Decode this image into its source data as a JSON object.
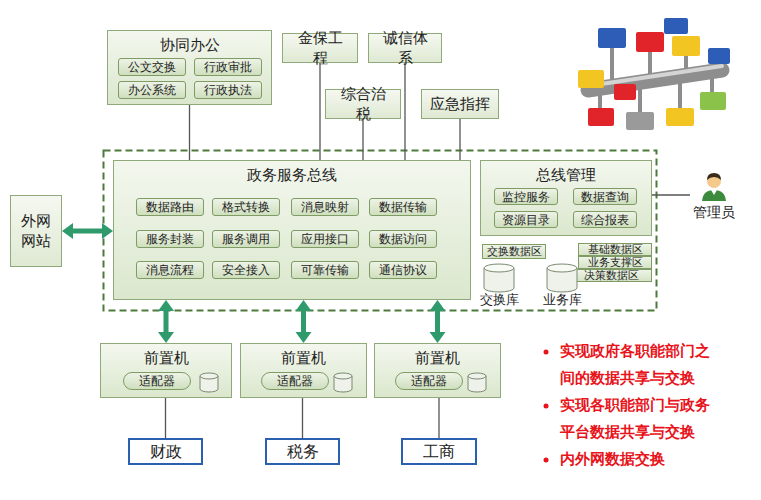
{
  "diagram": {
    "nodes": [
      {
        "text": [
          "协同办公"
        ]
      },
      {
        "text": [
          "公文交换"
        ],
        "in": 0
      },
      {
        "text": [
          "行政审批"
        ],
        "in": 0
      },
      {
        "text": [
          "办公系统"
        ],
        "in": 0
      },
      {
        "text": [
          "行政执法"
        ],
        "in": 0
      },
      {
        "text": [
          "金保工程"
        ]
      },
      {
        "text": [
          "诚信体系"
        ]
      },
      {
        "text": [
          "综合治税"
        ]
      },
      {
        "text": [
          "应急指挥"
        ]
      },
      {
        "text": [
          "外网网站"
        ]
      },
      {
        "text": [
          "政务服务总线"
        ]
      },
      {
        "text": [
          "数据路由"
        ],
        "in": 10
      },
      {
        "text": [
          "格式转换"
        ],
        "in": 10
      },
      {
        "text": [
          "消息映射"
        ],
        "in": 10
      },
      {
        "text": [
          "数据传输"
        ],
        "in": 10
      },
      {
        "text": [
          "服务封装"
        ],
        "in": 10
      },
      {
        "text": [
          "服务调用"
        ],
        "in": 10
      },
      {
        "text": [
          "应用接口"
        ],
        "in": 10
      },
      {
        "text": [
          "数据访问"
        ],
        "in": 10
      },
      {
        "text": [
          "消息流程"
        ],
        "in": 10
      },
      {
        "text": [
          "安全接入"
        ],
        "in": 10
      },
      {
        "text": [
          "可靠传输"
        ],
        "in": 10
      },
      {
        "text": [
          "通信协议"
        ],
        "in": 10
      },
      {
        "text": [
          "总线管理"
        ]
      },
      {
        "text": [
          "监控服务"
        ],
        "in": 23
      },
      {
        "text": [
          "数据查询"
        ],
        "in": 23
      },
      {
        "text": [
          "资源目录"
        ],
        "in": 23
      },
      {
        "text": [
          "综合报表"
        ],
        "in": 23
      },
      {
        "text": [
          "管理员"
        ]
      },
      {
        "text": [
          "交换数据区"
        ]
      },
      {
        "text": [
          "基础数据区"
        ]
      },
      {
        "text": [
          "业务支撑区"
        ]
      },
      {
        "text": [
          "决策数据区"
        ]
      },
      {
        "text": [
          "交换库"
        ]
      },
      {
        "text": [
          "业务库"
        ]
      },
      {
        "text": [
          "前置机"
        ]
      },
      {
        "text": [
          "适配器"
        ],
        "in": 35
      },
      {
        "text": [
          "前置机"
        ]
      },
      {
        "text": [
          "适配器"
        ],
        "in": 37
      },
      {
        "text": [
          "前置机"
        ]
      },
      {
        "text": [
          "适配器"
        ],
        "in": 39
      },
      {
        "text": [
          "财政"
        ]
      },
      {
        "text": [
          "税务"
        ]
      },
      {
        "text": [
          "工商"
        ]
      }
    ],
    "edges": [
      {
        "from": 0,
        "to": 10,
        "arrow": "none"
      },
      {
        "from": 5,
        "to": 10,
        "arrow": "none"
      },
      {
        "from": 6,
        "to": 10,
        "arrow": "none"
      },
      {
        "from": 7,
        "to": 10,
        "arrow": "none"
      },
      {
        "from": 8,
        "to": 10,
        "arrow": "none"
      },
      {
        "from": 9,
        "to": 10,
        "arrow": "both"
      },
      {
        "from": 23,
        "to": 28,
        "arrow": "none"
      },
      {
        "from": 10,
        "to": 35,
        "arrow": "both"
      },
      {
        "from": 10,
        "to": 37,
        "arrow": "both"
      },
      {
        "from": 10,
        "to": 39,
        "arrow": "both"
      },
      {
        "from": 35,
        "to": 41,
        "arrow": "none"
      },
      {
        "from": 37,
        "to": 42,
        "arrow": "none"
      },
      {
        "from": 39,
        "to": 43,
        "arrow": "none"
      }
    ],
    "labels": [
      "实现政府各职能部门之间的数据共享与交换",
      "实现各职能部门与政务平台数据共享与交换",
      "内外网数据交换"
    ]
  }
}
